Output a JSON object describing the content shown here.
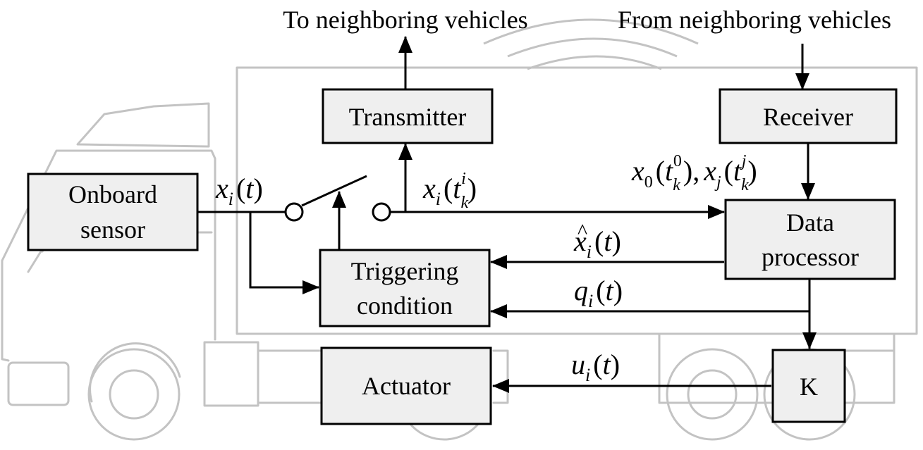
{
  "captions": {
    "to_neighbors": "To neighboring vehicles",
    "from_neighbors": "From neighboring vehicles"
  },
  "blocks": {
    "transmitter": "Transmitter",
    "receiver": "Receiver",
    "onboard_sensor": [
      "Onboard",
      "sensor"
    ],
    "data_processor": [
      "Data",
      "processor"
    ],
    "triggering_condition": [
      "Triggering",
      "condition"
    ],
    "actuator": "Actuator",
    "gain": "K"
  },
  "signals": {
    "x_symbol": "x",
    "hat_symbol": "^",
    "q_symbol": "q",
    "u_symbol": "u",
    "i_index": "i",
    "j_index": "j",
    "k_index": "k",
    "zero_index": "0",
    "t_var": "t",
    "lparen": "(",
    "rparen": ")",
    "comma": ","
  }
}
